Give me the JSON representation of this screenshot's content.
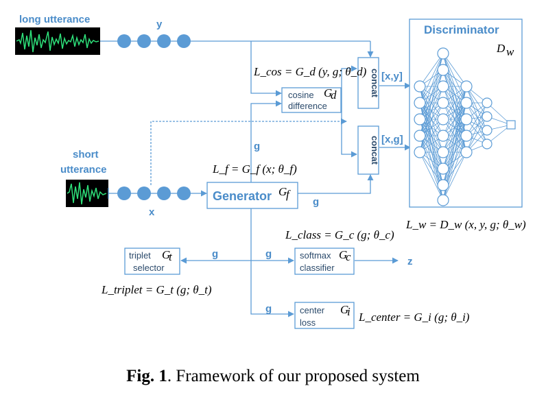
{
  "labels": {
    "long_utterance": "long utterance",
    "short_utterance_line1": "short",
    "short_utterance_line2": "utterance",
    "y": "y",
    "x": "x",
    "g": "g",
    "z": "z",
    "xy": "[x,y]",
    "xg": "[x,g]"
  },
  "boxes": {
    "discriminator": "Discriminator",
    "discriminator_symbol": "D",
    "discriminator_subscript": "w",
    "generator": "Generator",
    "generator_symbol": "G",
    "generator_subscript": "f",
    "concat": "concat",
    "cosine_line1": "cosine",
    "cosine_line2": "difference",
    "cosine_symbol": "G",
    "cosine_subscript": "d",
    "triplet_line1": "triplet",
    "triplet_line2": "selector",
    "triplet_symbol": "G",
    "triplet_subscript": "t",
    "softmax_line1": "softmax",
    "softmax_line2": "classifier",
    "softmax_symbol": "G",
    "softmax_subscript": "c",
    "center_line1": "center",
    "center_line2": "loss",
    "center_symbol": "G",
    "center_subscript": "i"
  },
  "equations": {
    "lcos": "L_cos = G_d (y, g; θ_d)",
    "lf": "L_f = G_f (x; θ_f)",
    "lclass": "L_class = G_c (g; θ_c)",
    "lw": "L_w = D_w (x, y, g; θ_w)",
    "ltriplet": "L_triplet = G_t (g; θ_t)",
    "lcenter": "L_center = G_i (g; θ_i)"
  },
  "caption": {
    "bold": "Fig. 1",
    "text": ". Framework of our proposed system"
  },
  "colors": {
    "line": "#5b9bd5",
    "node": "#5b9bd5",
    "label": "#4a8cc9",
    "box_border": "#5b9bd5",
    "waveform_bg": "#000000",
    "waveform": "#2ee07a"
  }
}
